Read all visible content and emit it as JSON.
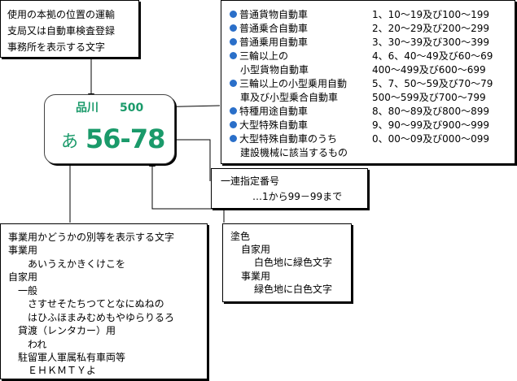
{
  "location_box": {
    "lines": [
      "使用の本拠の位置の運輸",
      "支局又は自動車検査登録",
      "事務所を表示する文字"
    ]
  },
  "plate": {
    "region": "品川",
    "class_number": "500",
    "kana": "あ",
    "number": "56-78"
  },
  "class_box": {
    "items": [
      {
        "label": "普通貨物自動車",
        "label2": "",
        "range": "1、10～19及び100～199",
        "range2": ""
      },
      {
        "label": "普通乗合自動車",
        "label2": "",
        "range": "2、20～29及び200～299",
        "range2": ""
      },
      {
        "label": "普通乗用自動車",
        "label2": "",
        "range": "3、30～39及び300～399",
        "range2": ""
      },
      {
        "label": "三輪以上の",
        "label2": "小型貨物自動車",
        "range": "4、6、40～49及び60～69",
        "range2": "400～499及び600～699"
      },
      {
        "label": "三輪以上の小型乗用自動",
        "label2": "車及び小型乗合自動車",
        "range": "5、7、50～59及び70～79",
        "range2": "500～599及び700～799"
      },
      {
        "label": "特種用途自動車",
        "label2": "",
        "range": "8、80～89及び800～899",
        "range2": ""
      },
      {
        "label": "大型特殊自動車",
        "label2": "",
        "range": "9、90～99及び900～999",
        "range2": ""
      },
      {
        "label": "大型特殊自動車のうち",
        "label2": "建設機械に該当するもの",
        "range": "0、00～09及び000～099",
        "range2": ""
      }
    ]
  },
  "serial_box": {
    "title": "一連指定番号",
    "detail": "…1から99－99まで"
  },
  "color_box": {
    "title": "塗色",
    "private": "自家用",
    "private_desc": "白色地に緑色文字",
    "business": "事業用",
    "business_desc": "緑色地に白色文字"
  },
  "kana_box": {
    "lines": [
      "事業用かどうかの別等を表示する文字",
      "事業用",
      "　　あいうえかきくけこを",
      "自家用",
      "　一般",
      "　　さすせそたちつてとなにぬねの",
      "　　はひふほまみむめもやゆらりるろ",
      "　貸渡（レンタカー）用",
      "　　われ",
      "　駐留軍人軍属私有車両等",
      "　　ＥＨＫＭＴＹよ"
    ]
  },
  "colors": {
    "plate_text": "#1a9a6a",
    "bullet": "#2a6fc9"
  }
}
